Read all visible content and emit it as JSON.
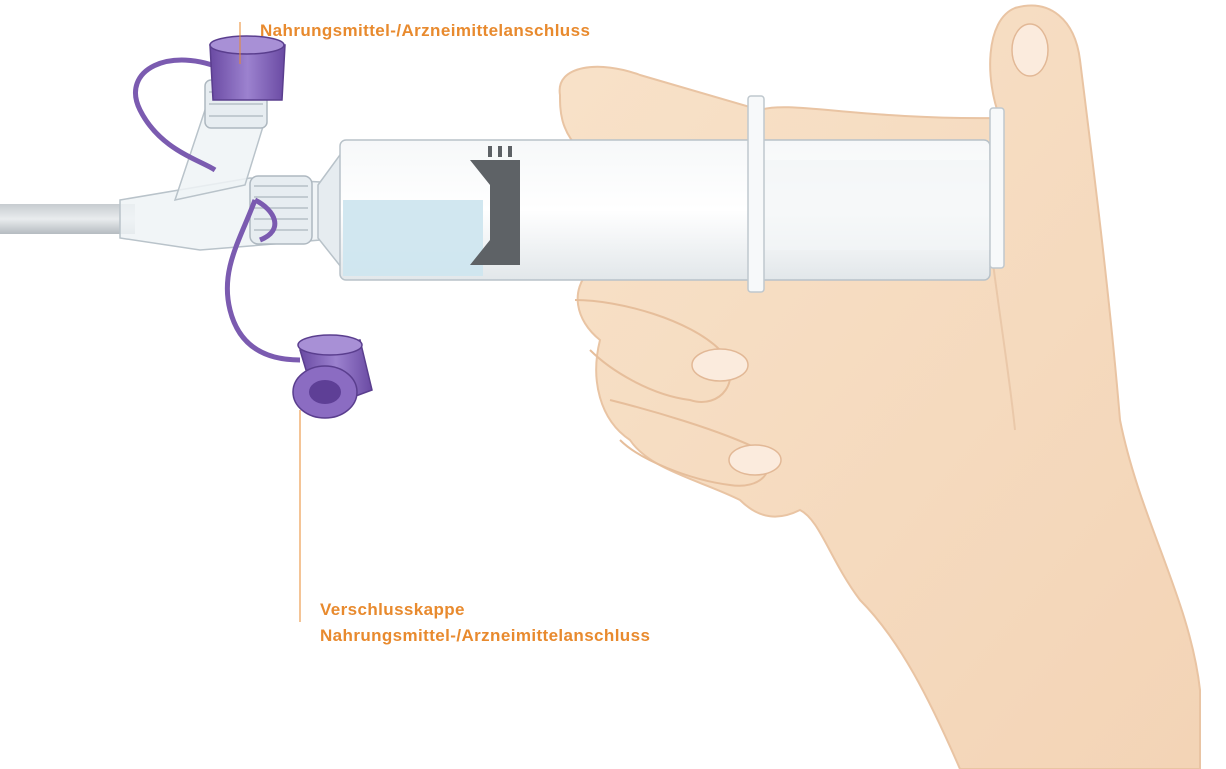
{
  "labels": {
    "feeding_port": "Nahrungsmittel-/Arzneimittelanschluss",
    "cap_line1": "Verschlusskappe",
    "cap_line2": "Nahrungsmittel-/Arzneimittelanschluss"
  },
  "colors": {
    "label": "#E88A2E",
    "cap_purple": "#7B5BB0",
    "skin": "#F6DCC0",
    "fluid": "#CFE6EF",
    "barrel": "#EEF1F3"
  }
}
